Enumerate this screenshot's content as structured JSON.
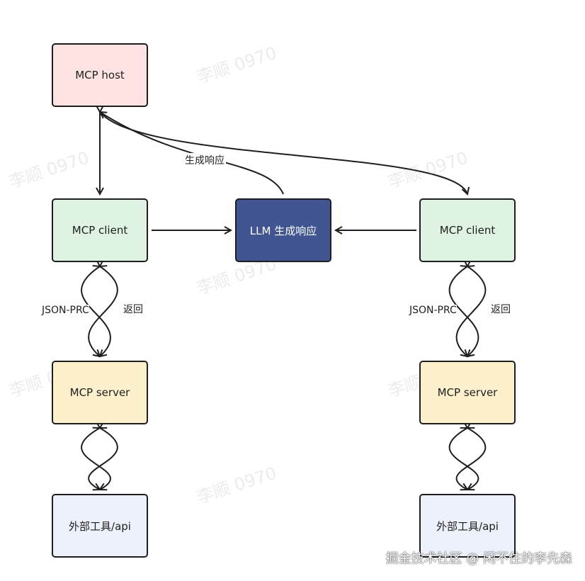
{
  "nodes": {
    "mcp_host": {
      "label": "MCP host",
      "fill": "#ffe3e3"
    },
    "mcp_client_left": {
      "label": "MCP client",
      "fill": "#dff3e3"
    },
    "llm": {
      "label": "LLM 生成响应",
      "fill": "#405591",
      "text_color": "#ffffff"
    },
    "mcp_client_right": {
      "label": "MCP client",
      "fill": "#dff3e3"
    },
    "mcp_server_left": {
      "label": "MCP server",
      "fill": "#fdf0cc"
    },
    "mcp_server_right": {
      "label": "MCP server",
      "fill": "#fdf0cc"
    },
    "api_left": {
      "label": "外部工具/api",
      "fill": "#edf1fb"
    },
    "api_right": {
      "label": "外部工具/api",
      "fill": "#edf1fb"
    }
  },
  "edge_labels": {
    "generate_response": "生成响应",
    "json_prc_left": "JSON-PRC",
    "return_left": "返回",
    "json_prc_right": "JSON-PRC",
    "return_right": "返回"
  },
  "watermark": {
    "text": "李顺 0970"
  },
  "footer": {
    "credit": "掘金技术社区 @ 闲不住的李先森"
  }
}
